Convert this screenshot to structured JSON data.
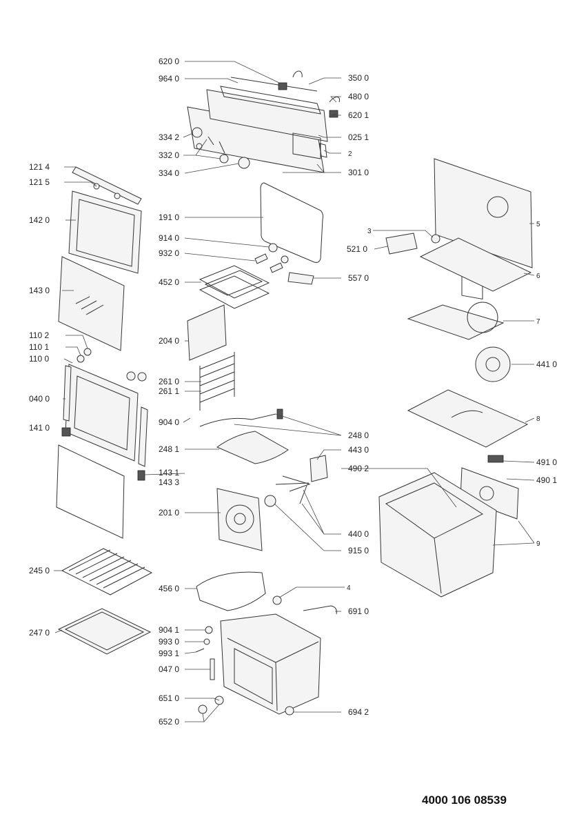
{
  "document_number": "4000 106 08539",
  "callouts": {
    "c6200": "620 0",
    "c9640": "964 0",
    "c3500": "350 0",
    "c4800": "480 0",
    "c6201": "620 1",
    "c3342": "334 2",
    "c0251": "025 1",
    "c2": "2",
    "c3320": "332 0",
    "c3340": "334 0",
    "c3010": "301 0",
    "c1214": "121 4",
    "c1215": "121 5",
    "c1420": "142 0",
    "c1910": "191 0",
    "c3": "3",
    "c5": "5",
    "c9140": "914 0",
    "c5210": "521 0",
    "c9320": "932 0",
    "c5570": "557 0",
    "c6": "6",
    "c4520": "452 0",
    "c1430": "143 0",
    "c7": "7",
    "c1102": "110 2",
    "c2040": "204 0",
    "c1101": "110 1",
    "c1100": "110 0",
    "c4410": "441 0",
    "c2610": "261 0",
    "c2611": "261 1",
    "c0400": "040 0",
    "c8": "8",
    "c9040": "904 0",
    "c1410": "141 0",
    "c2480": "248 0",
    "c2481": "248 1",
    "c4430": "443 0",
    "c4910": "491 0",
    "c4902": "490 2",
    "c1431": "143 1",
    "c4901": "490 1",
    "c1433": "143 3",
    "c2010": "201 0",
    "c9": "9",
    "c4400": "440 0",
    "c9150": "915 0",
    "c2450": "245 0",
    "c4": "4",
    "c4560": "456 0",
    "c6910": "691 0",
    "c2470": "247 0",
    "c9041": "904 1",
    "c9930": "993 0",
    "c9931": "993 1",
    "c0470": "047 0",
    "c6510": "651 0",
    "c6942": "694 2",
    "c6520": "652 0"
  }
}
